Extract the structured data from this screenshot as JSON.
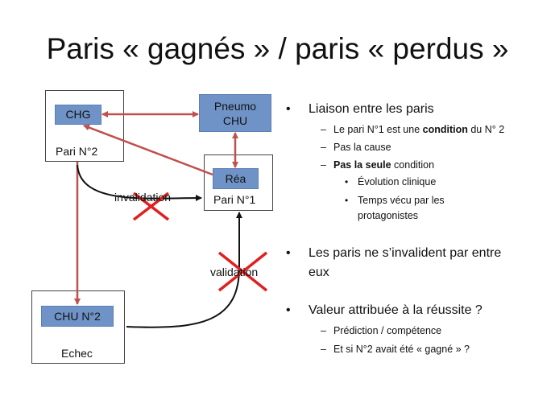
{
  "title": "Paris « gagnés » / paris « perdus »",
  "diagram": {
    "chg": "CHG",
    "pari2": "Pari N°2",
    "pneumo": "Pneumo\nCHU",
    "pneumo_line1": "Pneumo",
    "pneumo_line2": "CHU",
    "rea": "Réa",
    "pari1": "Pari N°1",
    "chu2": "CHU N°2",
    "echec": "Echec",
    "invalidation": "invalidation",
    "validation": "validation",
    "colors": {
      "chip": "#6f93c7",
      "arrow_red": "#c0504d",
      "cross": "#e02020"
    }
  },
  "bullets": {
    "b1": "Liaison entre les paris",
    "b1_s1_pre": "Le pari N°1 est une ",
    "b1_s1_bold": "condition",
    "b1_s1_post": " du N° 2",
    "b1_s2": "Pas la cause",
    "b1_s3_bold": "Pas la seule",
    "b1_s3_post": " condition",
    "b1_s3_a": "Évolution clinique",
    "b1_s3_b_line1": "Temps vécu par les",
    "b1_s3_b_line2": "protagonistes",
    "b2_line1": "Les paris ne s’invalident par entre",
    "b2_line2": "eux",
    "b3": "Valeur attribuée à la réussite ?",
    "b3_s1": "Prédiction / compétence",
    "b3_s2": "Et si N°2 avait été « gagné » ?"
  }
}
